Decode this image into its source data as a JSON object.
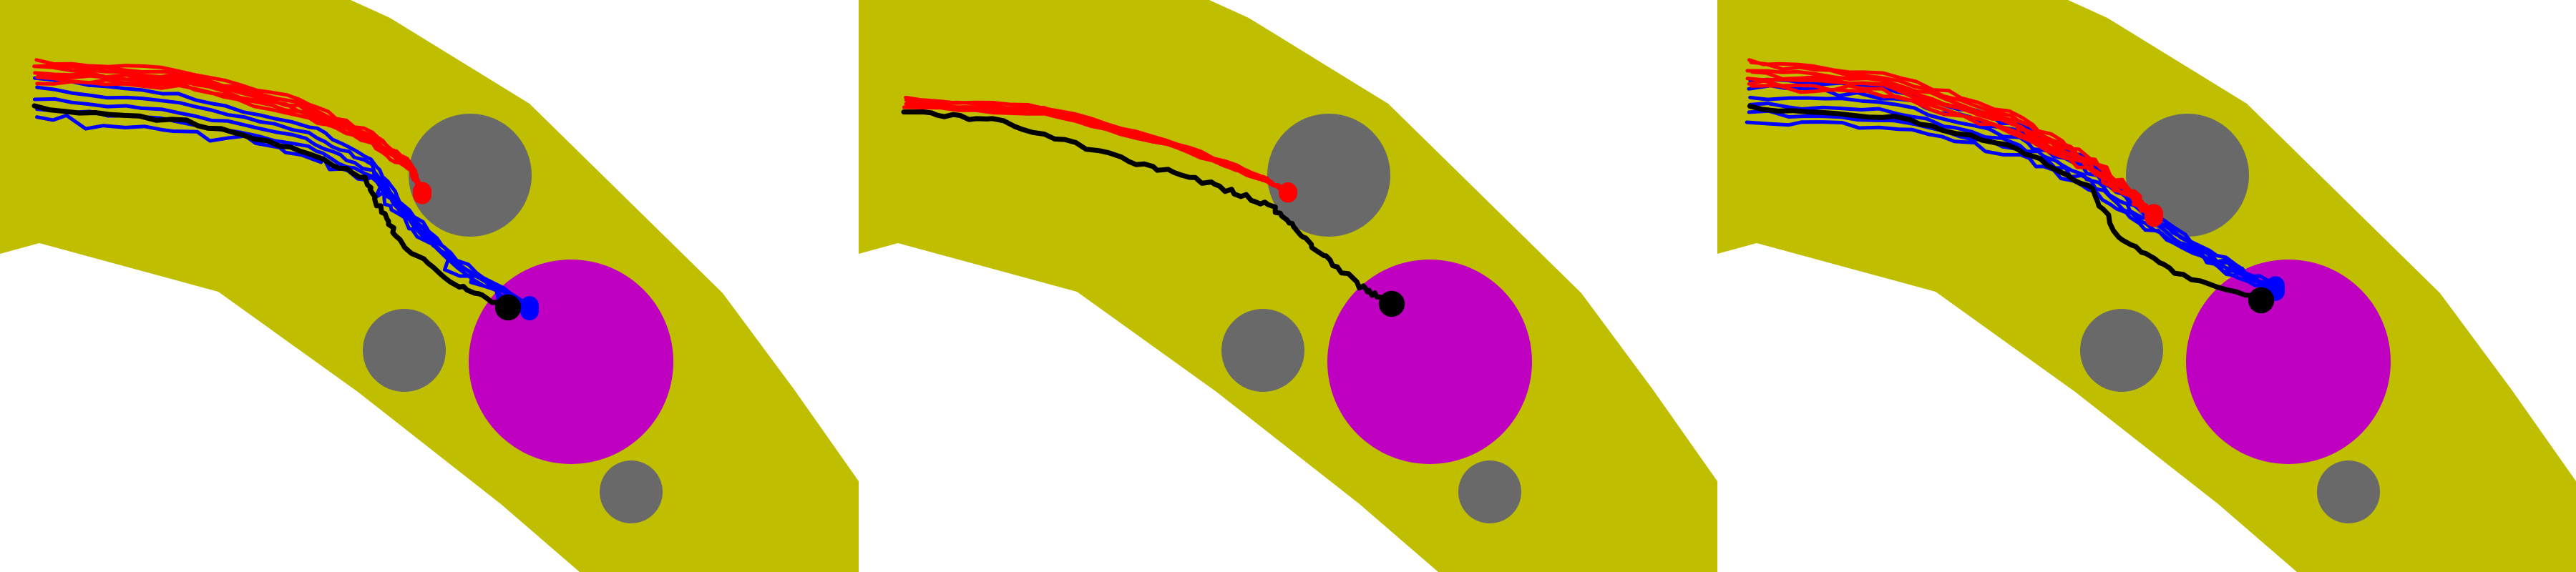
{
  "colors": {
    "background": "#ffffff",
    "corridor": "#c0be00",
    "obstacle": "#696969",
    "goal": "#c000c0",
    "red_paths": "#ff0000",
    "blue_paths": "#0000ff",
    "reference_path": "#000000"
  },
  "panels": [
    {
      "name": "panel-left",
      "red_count": 7,
      "blue_count": 5,
      "has_blue": true
    },
    {
      "name": "panel-middle",
      "red_count": 5,
      "blue_count": 0,
      "has_blue": false
    },
    {
      "name": "panel-right",
      "red_count": 7,
      "blue_count": 6,
      "has_blue": true
    }
  ]
}
